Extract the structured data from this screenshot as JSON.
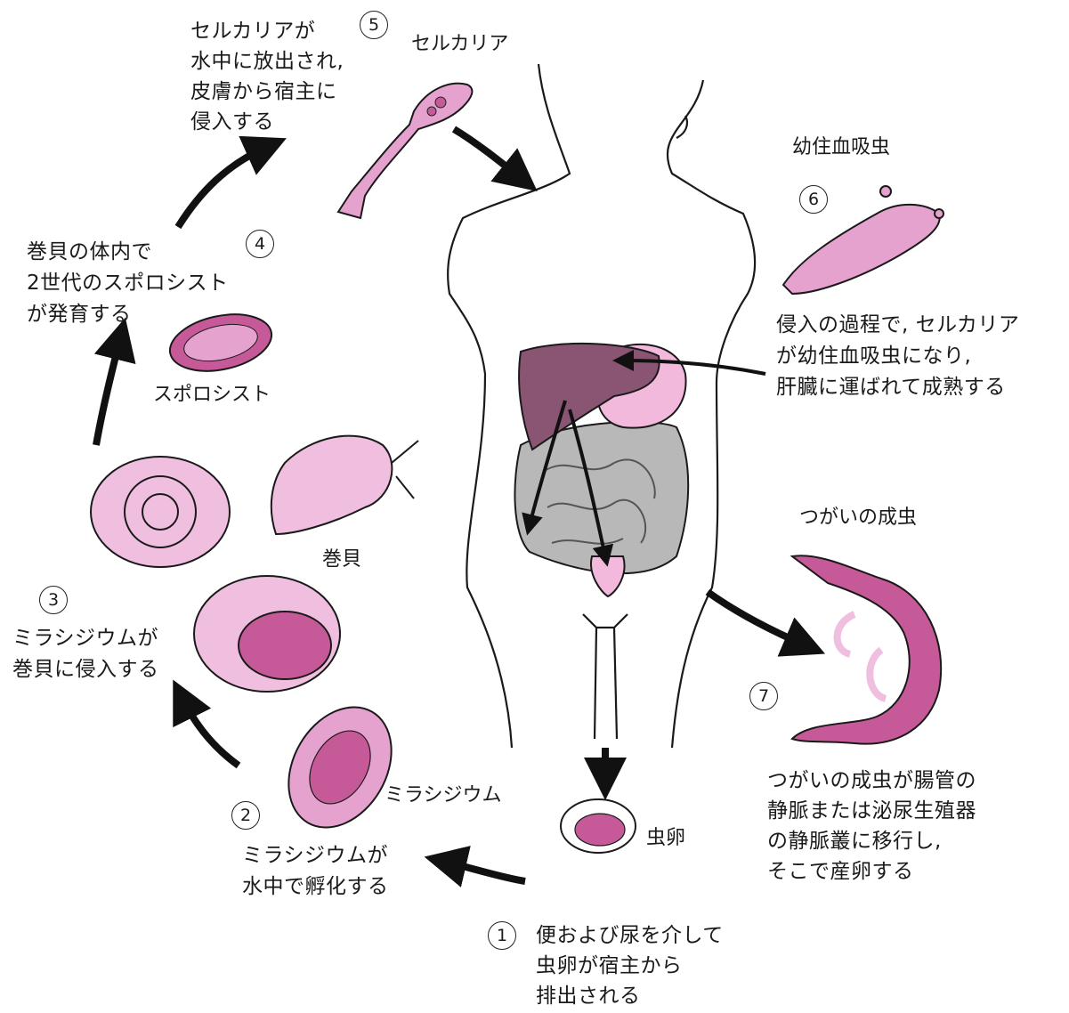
{
  "steps": {
    "s1": {
      "num": "1",
      "lines": [
        "便および尿を介して",
        "虫卵が宿主から",
        "排出される"
      ]
    },
    "s2": {
      "num": "2",
      "lines": [
        "ミラシジウムが",
        "水中で孵化する"
      ]
    },
    "s3": {
      "num": "3",
      "lines": [
        "ミラシジウムが",
        "巻貝に侵入する"
      ]
    },
    "s4": {
      "num": "4",
      "lines": [
        "巻貝の体内で",
        "2世代のスポロシスト",
        "が発育する"
      ]
    },
    "s5": {
      "num": "5",
      "lines": [
        "セルカリアが",
        "水中に放出され,",
        "皮膚から宿主に",
        "侵入する"
      ]
    },
    "s6": {
      "num": "6",
      "lines": [
        "侵入の過程で, セルカリア",
        "が幼住血吸虫になり,",
        "肝臓に運ばれて成熟する"
      ]
    },
    "s7": {
      "num": "7",
      "lines": [
        "つがいの成虫が腸管の",
        "静脈または泌尿生殖器",
        "の静脈叢に移行し,",
        "そこで産卵する"
      ]
    }
  },
  "labels": {
    "cercaria": "セルカリア",
    "schistosomulum": "幼住血吸虫",
    "sporocyst": "スポロシスト",
    "snail": "巻貝",
    "miracidium": "ミラシジウム",
    "egg": "虫卵",
    "adult_pair": "つがいの成虫"
  },
  "colors": {
    "organism_pink": "#e6a2cf",
    "organism_dark_pink": "#c65a98",
    "liver": "#8a5572",
    "stomach": "#f2b9dc",
    "intestine_gray": "#b8b8b8",
    "outline": "#1a1a1a"
  }
}
